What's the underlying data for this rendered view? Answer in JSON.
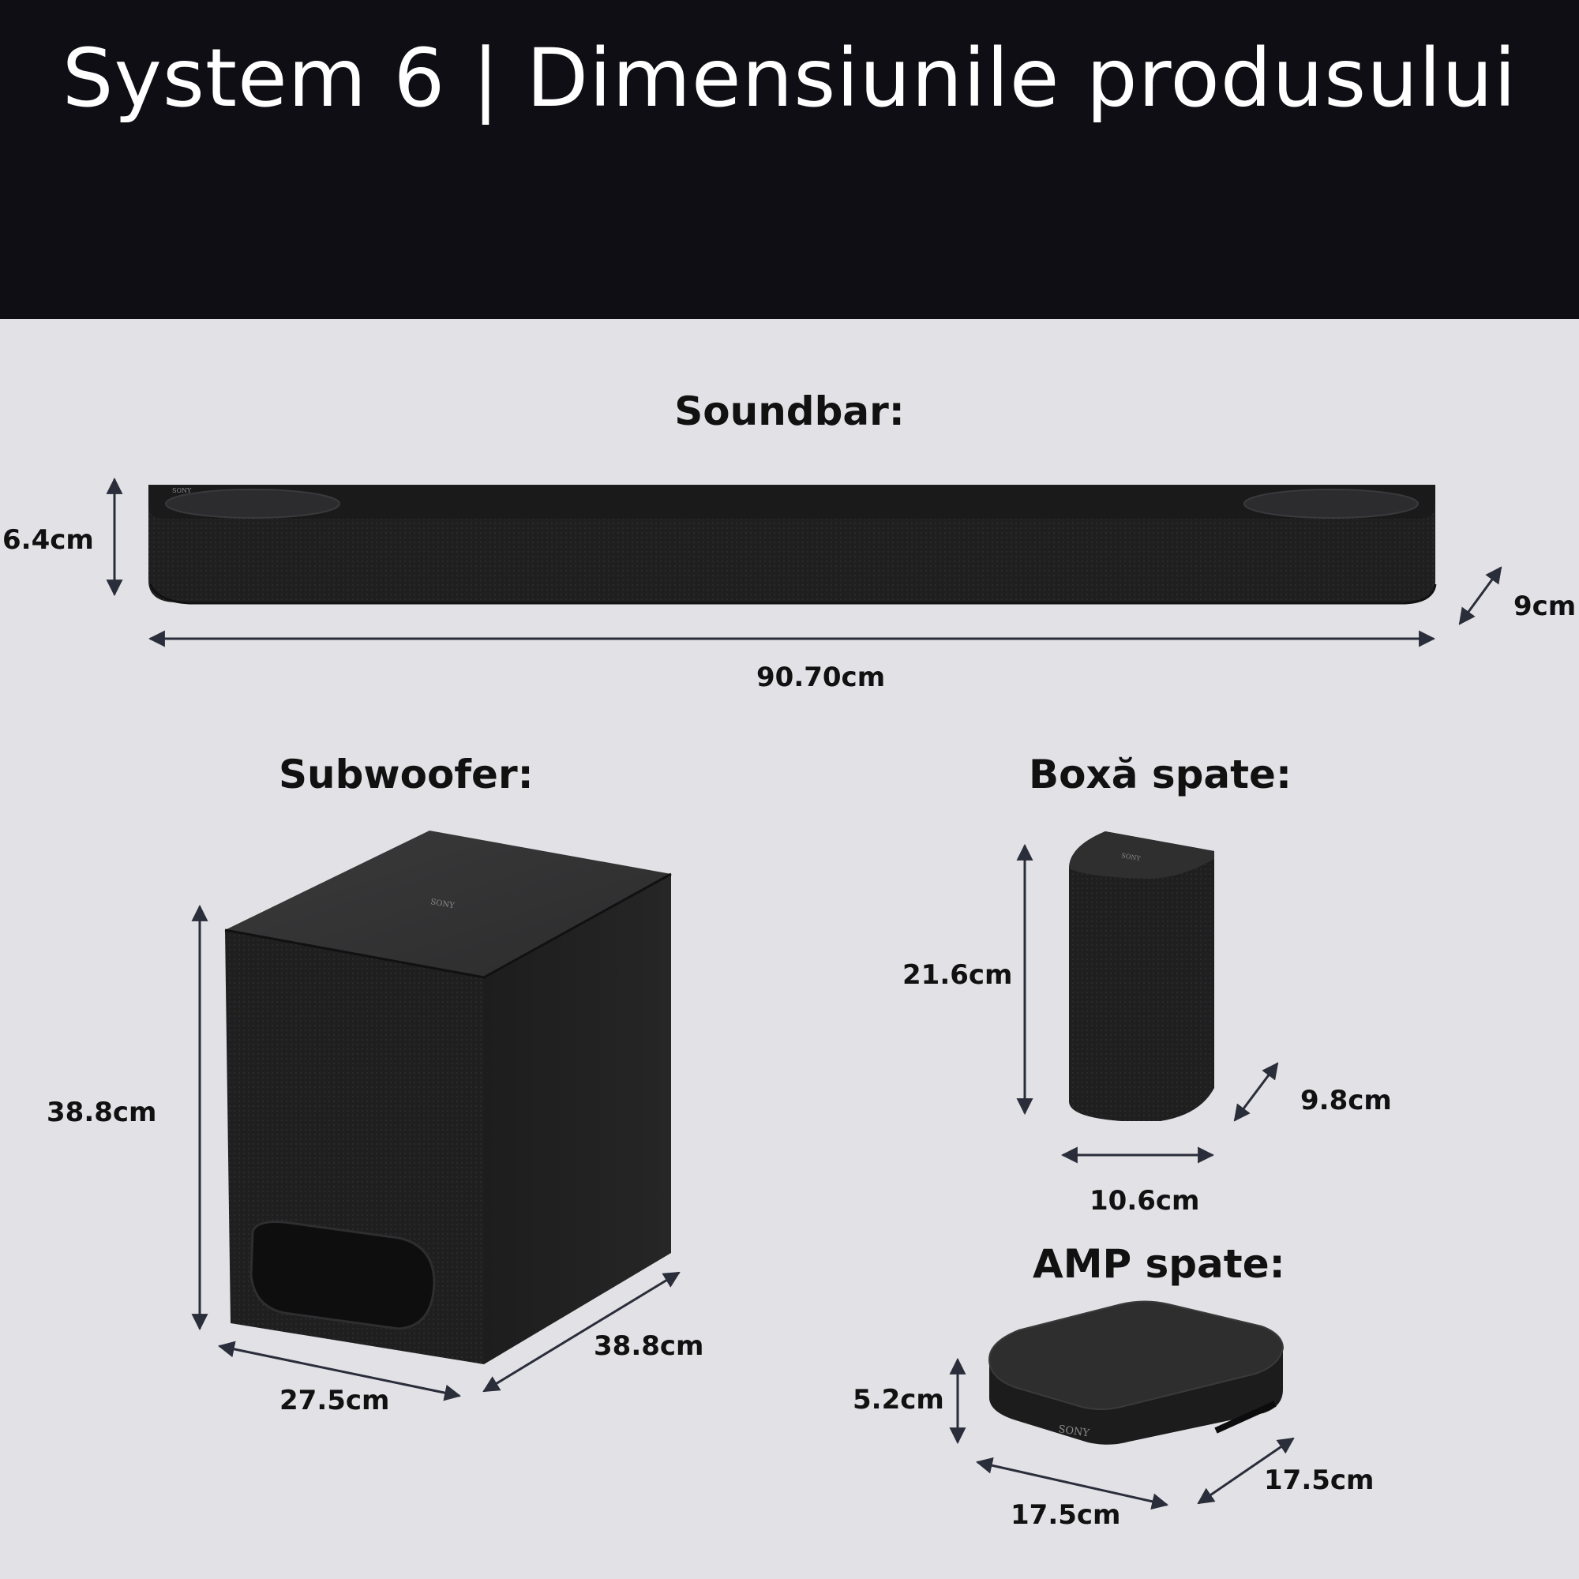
{
  "header": {
    "title": "System 6 | Dimensiunile produsului"
  },
  "brand_mark": "SONY",
  "soundbar": {
    "title": "Soundbar:",
    "height": "6.4cm",
    "width": "90.70cm",
    "depth": "9cm"
  },
  "subwoofer": {
    "title": "Subwoofer:",
    "height": "38.8cm",
    "width": "27.5cm",
    "depth": "38.8cm"
  },
  "rear_speaker": {
    "title": "Boxă spate:",
    "height": "21.6cm",
    "width": "10.6cm",
    "depth": "9.8cm"
  },
  "rear_amp": {
    "title": "AMP spate:",
    "height": "5.2cm",
    "width": "17.5cm",
    "depth": "17.5cm"
  },
  "colors": {
    "header_bg": "#0f0e15",
    "page_bg": "#e2e1e5",
    "arrow": "#2a2d3a",
    "product": "#1e1e1f"
  }
}
